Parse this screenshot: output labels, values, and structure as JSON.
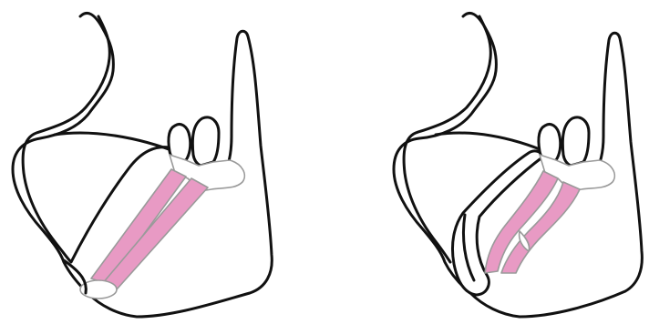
{
  "colors": {
    "outline": "#111111",
    "root_fill": "#e89ac4",
    "root_stroke": "#9a9a9a",
    "background": "#ffffff"
  },
  "panels": [
    {
      "id": "left",
      "variant": "straight-parallel-roots"
    },
    {
      "id": "right",
      "variant": "curved-roots-with-cuff"
    }
  ]
}
